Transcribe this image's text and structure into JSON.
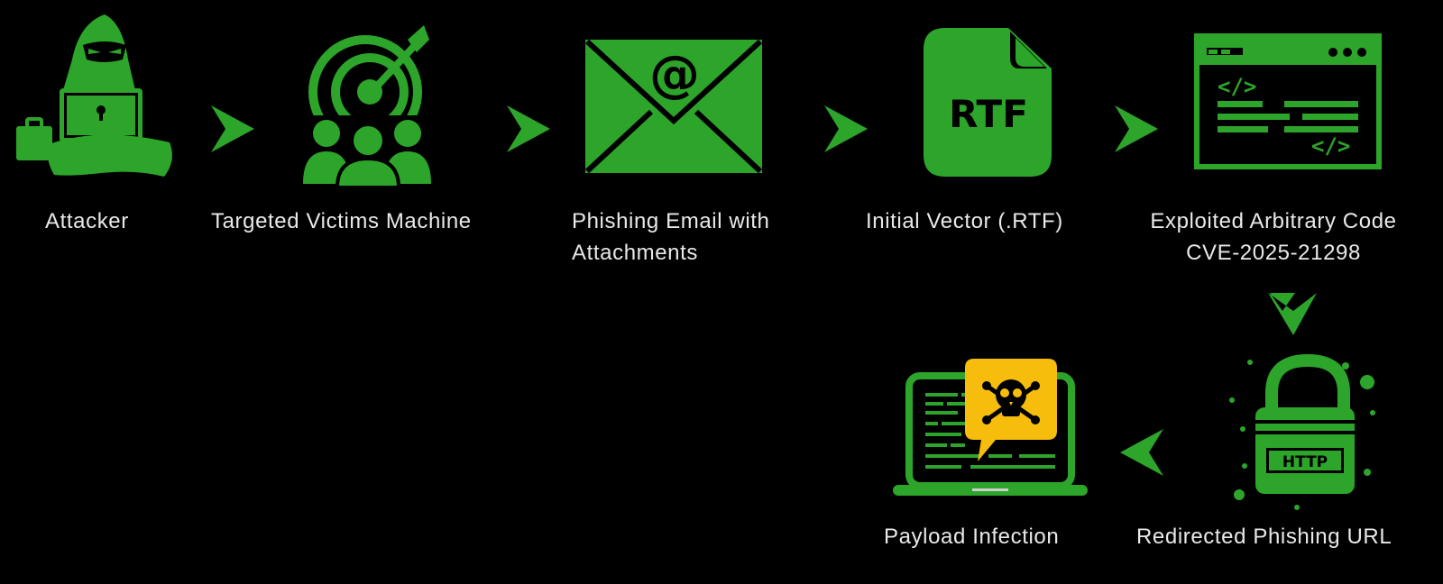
{
  "colors": {
    "background": "#000000",
    "accent": "#2ca52a",
    "warning": "#f7bd0c",
    "text": "#e9e9e9"
  },
  "steps": [
    {
      "id": "attacker",
      "icon": "hooded-hacker-laptop-icon",
      "label_lines": [
        "Attacker"
      ]
    },
    {
      "id": "victims",
      "icon": "target-with-people-icon",
      "label_lines": [
        "Targeted Victims Machine"
      ]
    },
    {
      "id": "phishing-email",
      "icon": "email-envelope-at-icon",
      "label_lines": [
        "Phishing Email with",
        "Attachments"
      ]
    },
    {
      "id": "initial-vector",
      "icon": "rtf-file-icon",
      "label_lines": [
        "Initial Vector (.RTF)"
      ],
      "icon_text": "RTF"
    },
    {
      "id": "exploited-code",
      "icon": "browser-code-window-icon",
      "label_lines": [
        "Exploited Arbitrary Code",
        "CVE-2025-21298"
      ]
    },
    {
      "id": "redirected-url",
      "icon": "http-padlock-icon",
      "label_lines": [
        "Redirected Phishing URL"
      ],
      "icon_text": "HTTP"
    },
    {
      "id": "payload-infection",
      "icon": "infected-laptop-skull-icon",
      "label_lines": [
        "Payload Infection"
      ]
    }
  ],
  "arrows": [
    "right",
    "right",
    "right",
    "right",
    "down",
    "left"
  ]
}
